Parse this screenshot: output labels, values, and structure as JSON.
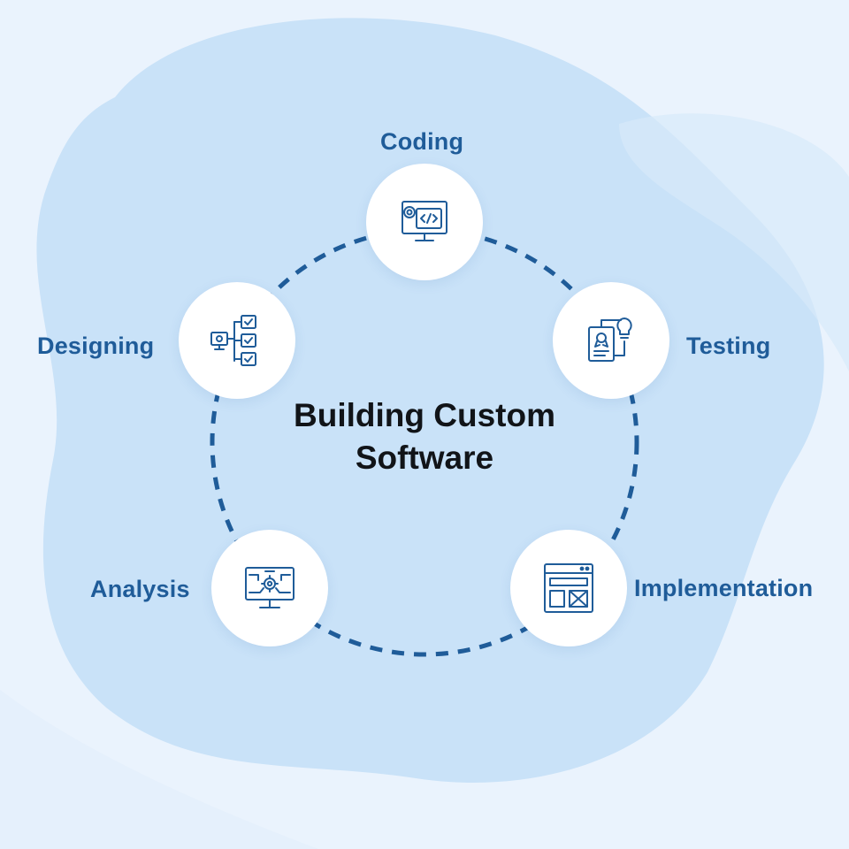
{
  "title_lines": [
    "Building Custom",
    "Software"
  ],
  "stages": {
    "coding": {
      "label": "Coding",
      "icon": "code-monitor-icon"
    },
    "testing": {
      "label": "Testing",
      "icon": "testing-document-lightbulb-icon"
    },
    "implementation": {
      "label": "Implementation",
      "icon": "browser-window-layout-icon"
    },
    "analysis": {
      "label": "Analysis",
      "icon": "analysis-monitor-gear-icon"
    },
    "designing": {
      "label": "Designing",
      "icon": "design-flowchart-checklist-icon"
    }
  },
  "colors": {
    "background": "#eaf3fd",
    "blob": "#c9e2f8",
    "accent": "#1f5c99",
    "dash": "#1f5c99",
    "node": "#ffffff",
    "title": "#111418"
  }
}
